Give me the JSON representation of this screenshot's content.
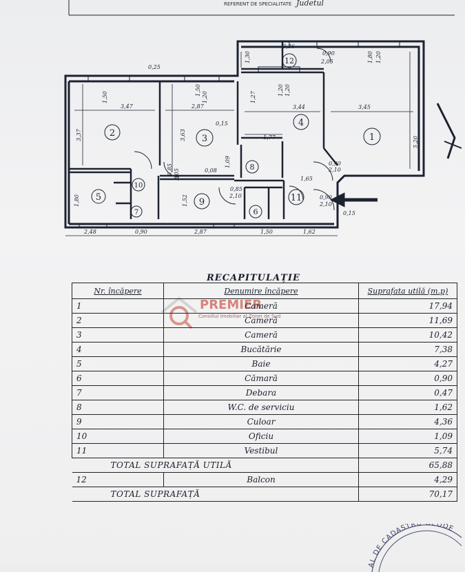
{
  "header": {
    "left": "REFERENT DE SPECIALITATE",
    "mid": "Judetul"
  },
  "plan": {
    "rooms": [
      "1",
      "2",
      "3",
      "4",
      "5",
      "6",
      "7",
      "8",
      "9",
      "10",
      "11",
      "12"
    ],
    "dims": [
      "3,36",
      "1,30",
      "0,90",
      "2,05",
      "1,80",
      "1,20",
      "0,25",
      "3,47",
      "1,50",
      "1,20",
      "1,50",
      "2,87",
      "1,20",
      "1,20",
      "1,27",
      "3,44",
      "3,45",
      "5,20",
      "3,37",
      "3,63",
      "0,15",
      "1,77",
      "1,09",
      "0,90",
      "2,10",
      "0,85",
      "2,05",
      "0,08",
      "1,80",
      "1,52",
      "0,85",
      "2,10",
      "0,90",
      "2,10",
      "1,65",
      "0,15",
      "2,48",
      "0,90",
      "2,87",
      "1,50",
      "1,62"
    ]
  },
  "title": "RECAPITULAȚIE",
  "table": {
    "headers": [
      "Nr. încăpere",
      "Denumire încăpere",
      "Suprafata utilă (m.p)"
    ],
    "rows": [
      [
        "1",
        "Cameră",
        "17,94"
      ],
      [
        "2",
        "Cameră",
        "11,69"
      ],
      [
        "3",
        "Cameră",
        "10,42"
      ],
      [
        "4",
        "Bucătărie",
        "7,38"
      ],
      [
        "5",
        "Baie",
        "4,27"
      ],
      [
        "6",
        "Cămară",
        "0,90"
      ],
      [
        "7",
        "Debara",
        "0,47"
      ],
      [
        "8",
        "W.C. de serviciu",
        "1,62"
      ],
      [
        "9",
        "Culoar",
        "4,36"
      ],
      [
        "10",
        "Oficiu",
        "1,09"
      ],
      [
        "11",
        "Vestibul",
        "5,74"
      ]
    ],
    "total_util_label": "TOTAL SUPRAFAȚĂ UTILĂ",
    "total_util_value": "65,88",
    "balcon": [
      "12",
      "Balcon",
      "4,29"
    ],
    "total_label": "TOTAL SUPRAFAȚĂ",
    "total_value": "70,17"
  },
  "watermark": {
    "brand": "PREMIER",
    "sub": "Consiliul Imobiliar al Zonei de Sud"
  },
  "stamp": "AL DE CADASTRU GEODE"
}
